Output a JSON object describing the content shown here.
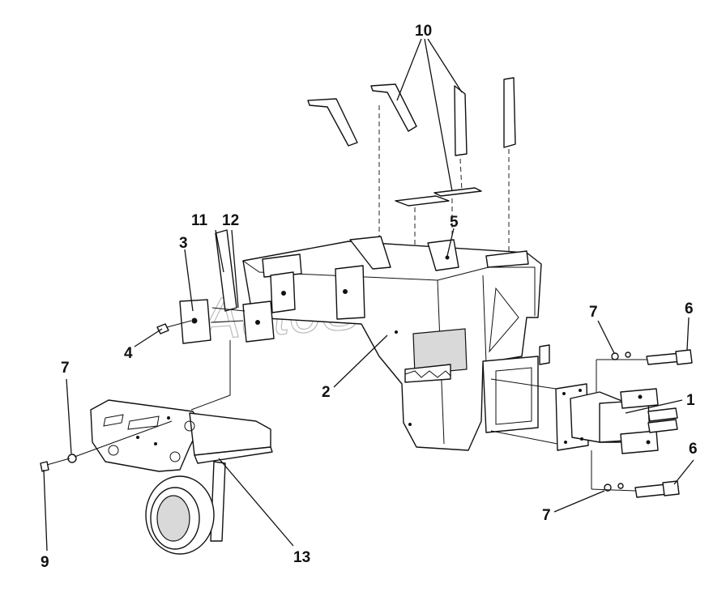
{
  "watermark": "AutoSoft",
  "callouts": {
    "c1": "1",
    "c2": "2",
    "c3": "3",
    "c4": "4",
    "c5": "5",
    "c6a": "6",
    "c6b": "6",
    "c7a": "7",
    "c7b": "7",
    "c7c": "7",
    "c9": "9",
    "c10": "10",
    "c11": "11",
    "c12": "12",
    "c13": "13"
  }
}
